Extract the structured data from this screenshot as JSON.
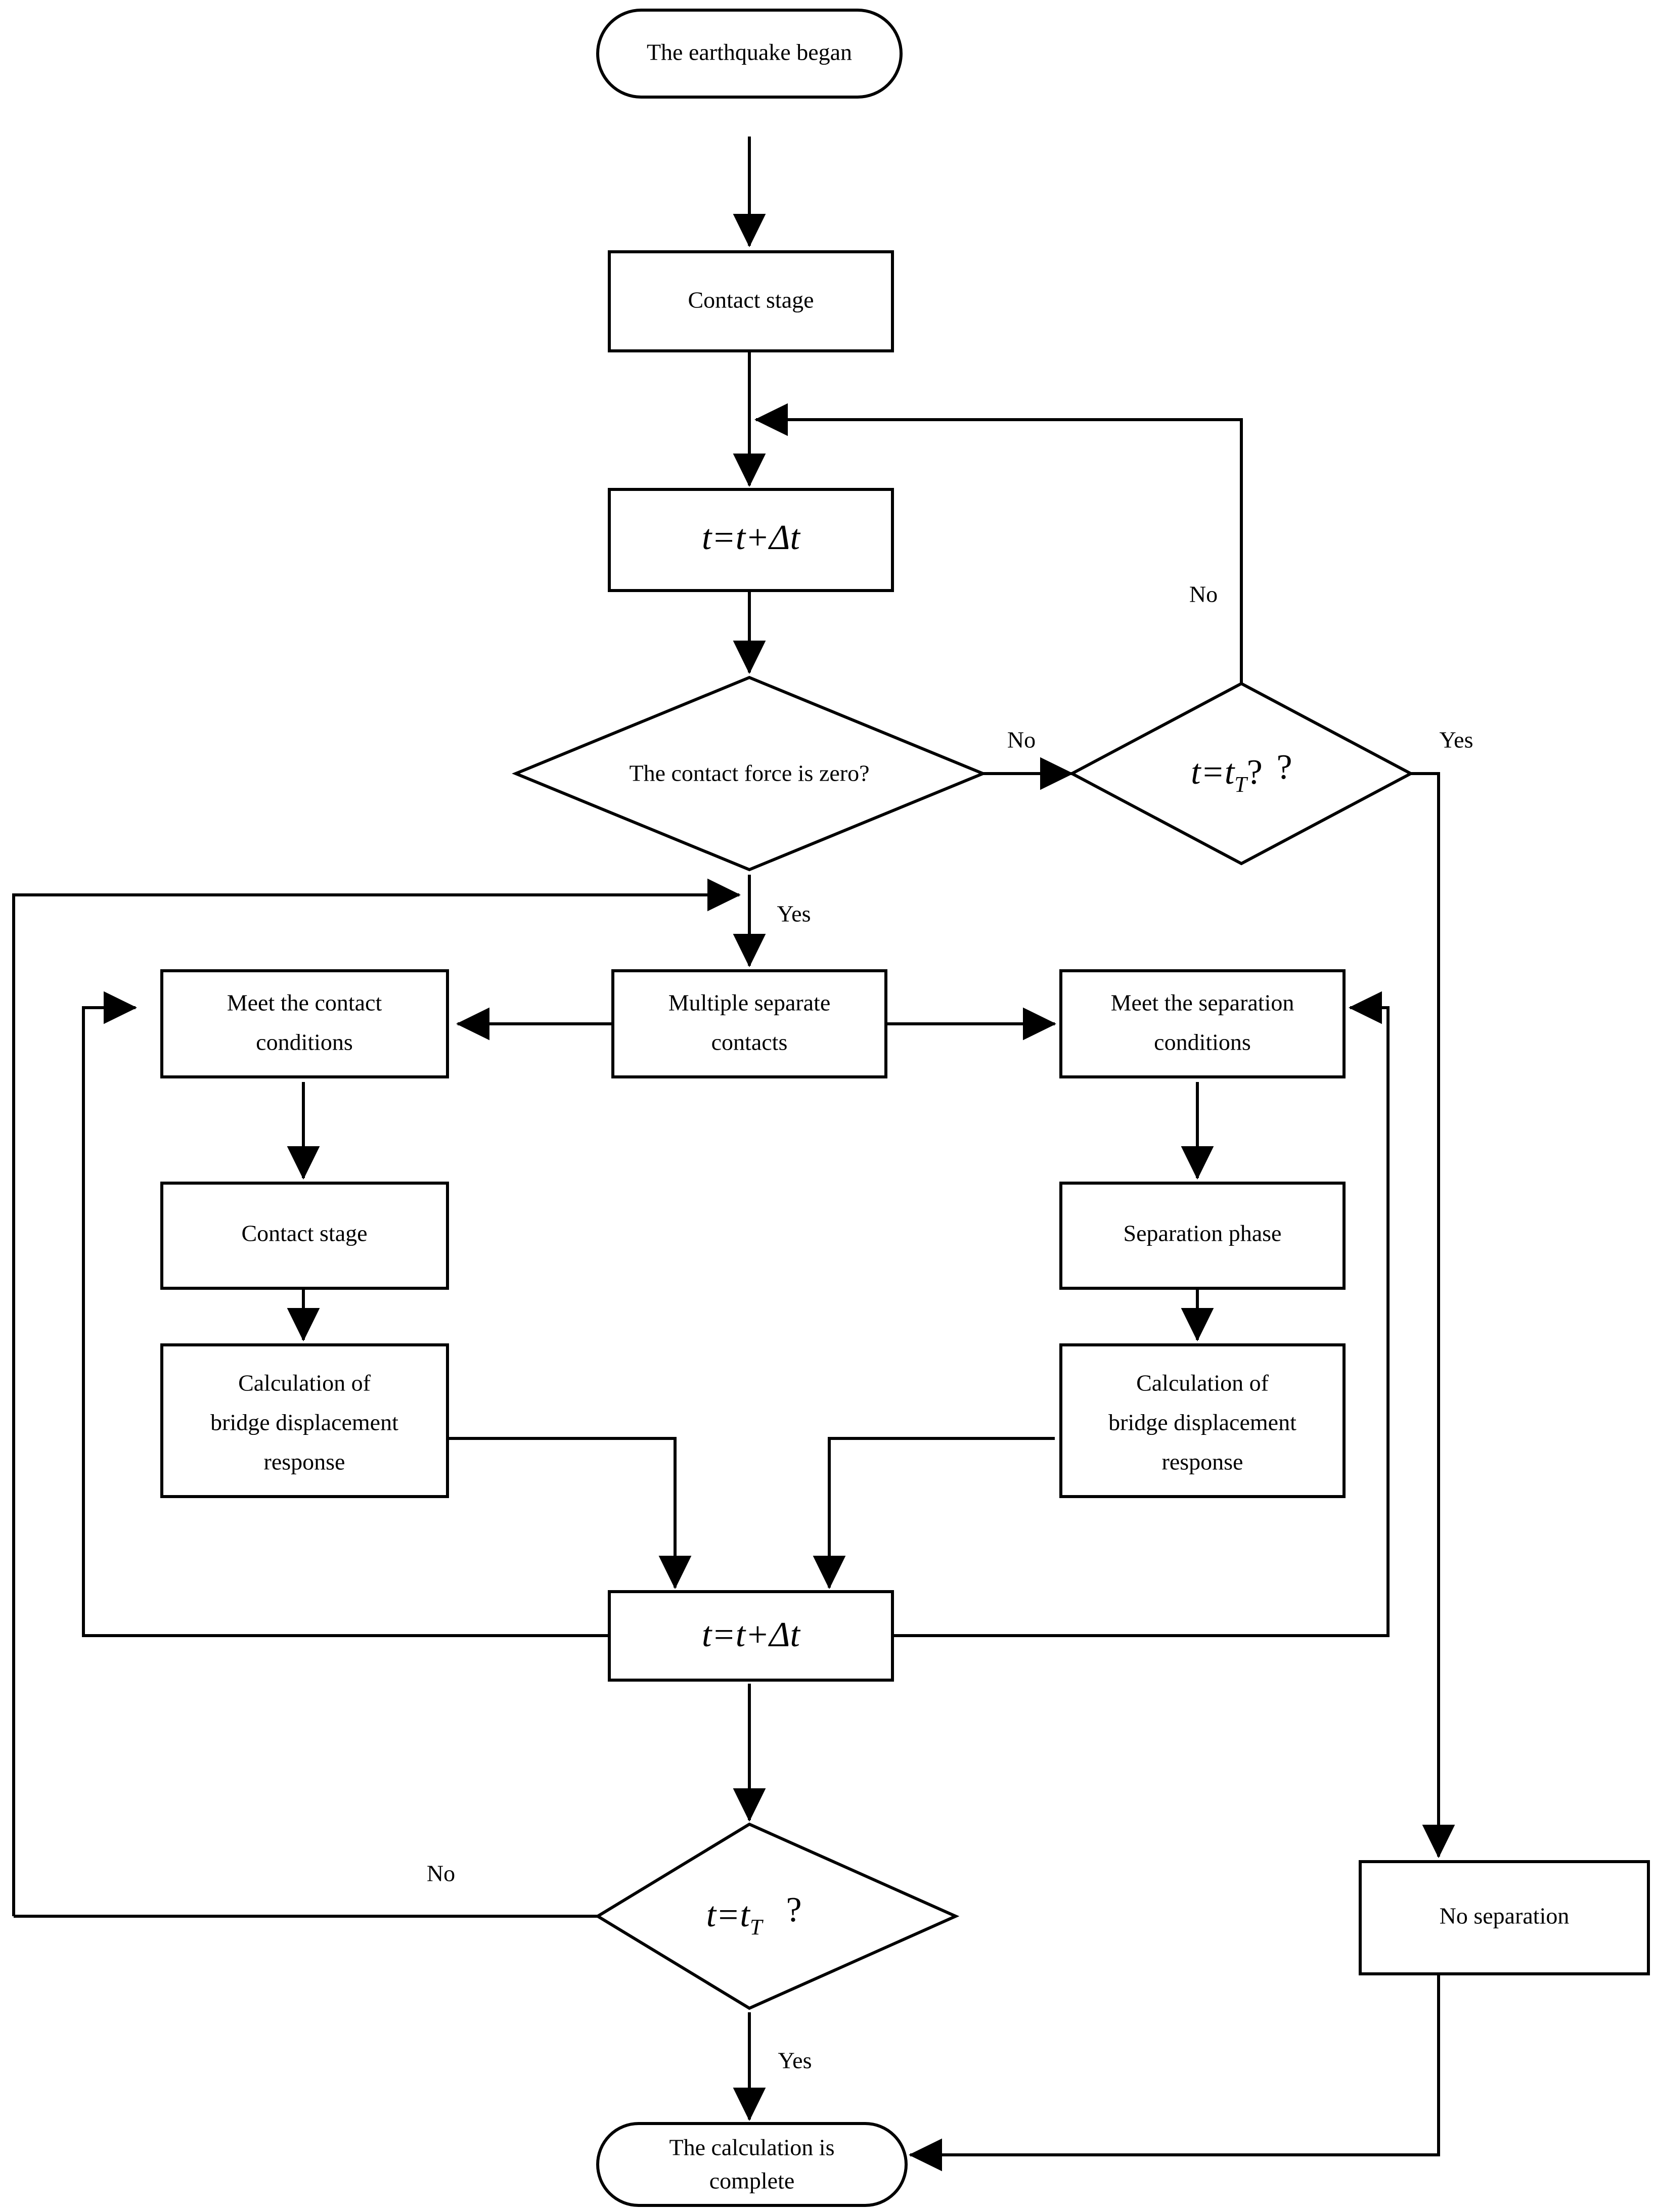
{
  "diagram": {
    "title": "Seismic pounding / separation analysis flowchart",
    "type": "flowchart",
    "background_color": "#ffffff",
    "line_color": "#000000",
    "text_color": "#000000"
  },
  "nodes": {
    "start": {
      "id": "start",
      "shape": "terminator",
      "label": "The earthquake began"
    },
    "contact_stage_top": {
      "id": "contact_stage_top",
      "shape": "process",
      "label": "Contact stage"
    },
    "time_step_top": {
      "id": "time_step_top",
      "shape": "process",
      "label_math": "t=t+Δt"
    },
    "decision_force_zero": {
      "id": "decision_force_zero",
      "shape": "decision",
      "label": "The contact force is zero?"
    },
    "decision_time_top": {
      "id": "decision_time_top",
      "shape": "decision",
      "label_math": "t=t",
      "label_sub": "T",
      "label_suffix": "?"
    },
    "multiple_separate_contacts": {
      "id": "multiple_separate_contacts",
      "shape": "process",
      "line1": "Multiple separate",
      "line2": "contacts"
    },
    "meet_contact_conditions": {
      "id": "meet_contact_conditions",
      "shape": "process",
      "line1": "Meet the contact",
      "line2": "conditions"
    },
    "meet_separation_conditions": {
      "id": "meet_separation_conditions",
      "shape": "process",
      "line1": "Meet the separation",
      "line2": "conditions"
    },
    "contact_stage_mid": {
      "id": "contact_stage_mid",
      "shape": "process",
      "label": "Contact stage"
    },
    "separation_phase": {
      "id": "separation_phase",
      "shape": "process",
      "label": "Separation phase"
    },
    "calc_left": {
      "id": "calc_left",
      "shape": "process",
      "line1": "Calculation of",
      "line2": "bridge displacement",
      "line3": "response"
    },
    "calc_right": {
      "id": "calc_right",
      "shape": "process",
      "line1": "Calculation of",
      "line2": "bridge displacement",
      "line3": "response"
    },
    "time_step_bottom": {
      "id": "time_step_bottom",
      "shape": "process",
      "label_math": "t=t+Δt"
    },
    "decision_time_bottom": {
      "id": "decision_time_bottom",
      "shape": "decision",
      "label_math": "t=t",
      "label_sub": "T",
      "label_suffix": "?"
    },
    "no_separation": {
      "id": "no_separation",
      "shape": "process",
      "label": "No separation"
    },
    "end": {
      "id": "end",
      "shape": "terminator",
      "line1": "The calculation is",
      "line2": "complete"
    }
  },
  "edge_labels": {
    "no_force_zero": "No",
    "no_time_top": "No",
    "yes_time_top": "Yes",
    "yes_force_zero": "Yes",
    "no_time_bottom": "No",
    "yes_time_bottom": "Yes"
  }
}
